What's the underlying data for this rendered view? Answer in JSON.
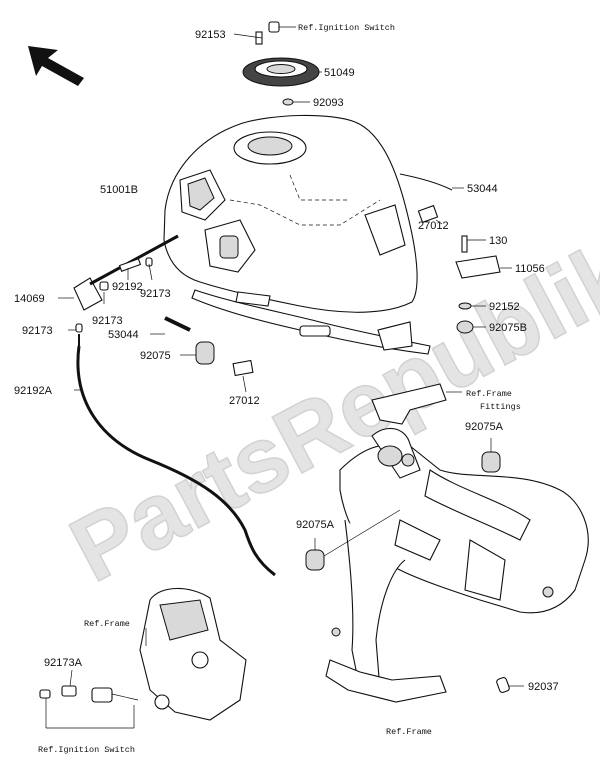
{
  "watermark": "PartsRepublik",
  "callouts": {
    "p92153": "92153",
    "p51049": "51049",
    "p92093": "92093",
    "p51001b": "51001B",
    "p53044a": "53044",
    "p27012a": "27012",
    "p130": "130",
    "p11056": "11056",
    "p14069": "14069",
    "p92192": "92192",
    "p92173a": "92173",
    "p92173b": "92173",
    "p92173c": "92173",
    "p53044b": "53044",
    "p92152": "92152",
    "p92075b": "92075B",
    "p92075": "92075",
    "p27012b": "27012",
    "p92192a": "92192A",
    "p92075a1": "92075A",
    "p92075a2": "92075A",
    "p92173a2": "92173A",
    "p92037": "92037"
  },
  "refs": {
    "ignition_top": "Ref.Ignition Switch",
    "frame_fittings_1": "Ref.Frame",
    "frame_fittings_2": "Fittings",
    "frame_left": "Ref.Frame",
    "frame_bottom": "Ref.Frame",
    "ignition_bottom": "Ref.Ignition Switch"
  },
  "icons": {
    "direction": "front-arrow-icon"
  }
}
